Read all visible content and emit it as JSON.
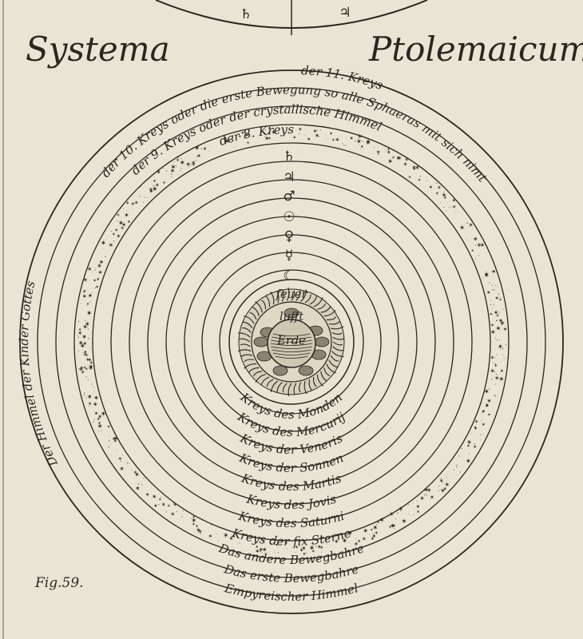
{
  "title_left": "Systema",
  "title_right": "Ptolemaicum",
  "figure_label": "Fig.59.",
  "top_fragment_symbols": [
    "♄",
    "♃"
  ],
  "core_labels": [
    "feuer",
    "lufft",
    "Erde"
  ],
  "planet_symbols": [
    "♄",
    "♃",
    "♂",
    "☉",
    "♀",
    "☿",
    "☾"
  ],
  "upper_labels": [
    "der 11. Kreys",
    "der 10. Kreys oder die erste Bewegung so alle Sphaeras mit sich nimt",
    "der 9. Kreys oder der crystallische Himmel",
    "der 8. Kreys"
  ],
  "left_arc_label": "Der Himmel der Kinder Gottes",
  "lower_labels": [
    "Kreys des Monden",
    "Kreys des Mercurij",
    "Kreys der Veneris",
    "Kreys der Sonnen",
    "Kreys des Martis",
    "Kreys des Jovis",
    "Kreys des Saturni",
    "Kreys der fix Sterne",
    "Das andere Bewegbahre",
    "Das erste Bewegbahre",
    "Empyreischer Himmel"
  ]
}
